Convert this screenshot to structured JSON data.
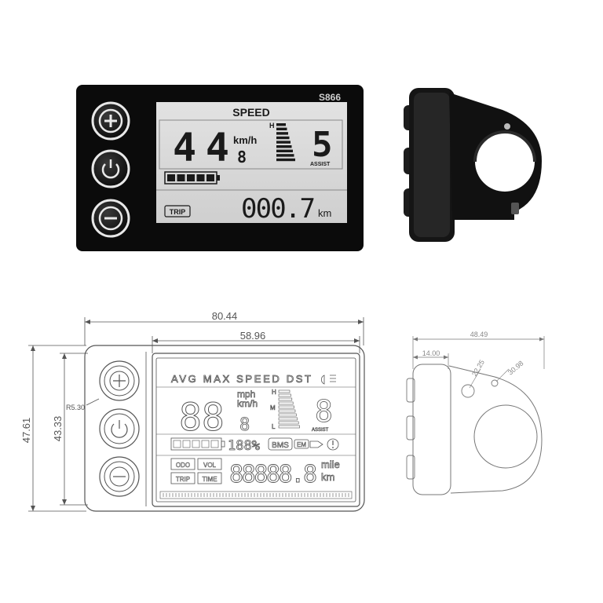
{
  "top": {
    "model": "S866",
    "speed_label": "SPEED",
    "speed_value": "44",
    "speed_unit": "km/h",
    "small_digit": "8",
    "level_h": "H",
    "assist_value": "5",
    "assist_label": "ASSIST",
    "trip_label": "TRIP",
    "odo_value": "000.7",
    "odo_unit": "km",
    "battery_segments": 5
  },
  "drawing": {
    "width_total": "80.44",
    "width_screen": "58.96",
    "height_total": "47.61",
    "height_inner": "43.33",
    "radius": "R5.30",
    "lcd_header": "AVG MAX SPEED DST",
    "mph": "mph",
    "kmh": "km/h",
    "h_mark": "H",
    "m_mark": "M",
    "l_mark": "L",
    "assist": "ASSIST",
    "big_digits": "88",
    "small_digit": "8",
    "assist_digit": "8",
    "percent_digits": "188%",
    "bms": "BMS",
    "em": "EM",
    "odo": "ODO",
    "vol": "VOL",
    "trip": "TRIP",
    "time": "TIME",
    "odo_digits": "88888.8",
    "mile": "mile",
    "km": "km"
  },
  "side": {
    "width": "48.49",
    "offset": "14.00",
    "dia_small": "22.25",
    "dia_large": "30.98"
  },
  "colors": {
    "lcd_bg": "#d8d8d8",
    "bezel": "#0b0b0b",
    "line": "#666666",
    "lcd_text": "#1a1a1a"
  }
}
